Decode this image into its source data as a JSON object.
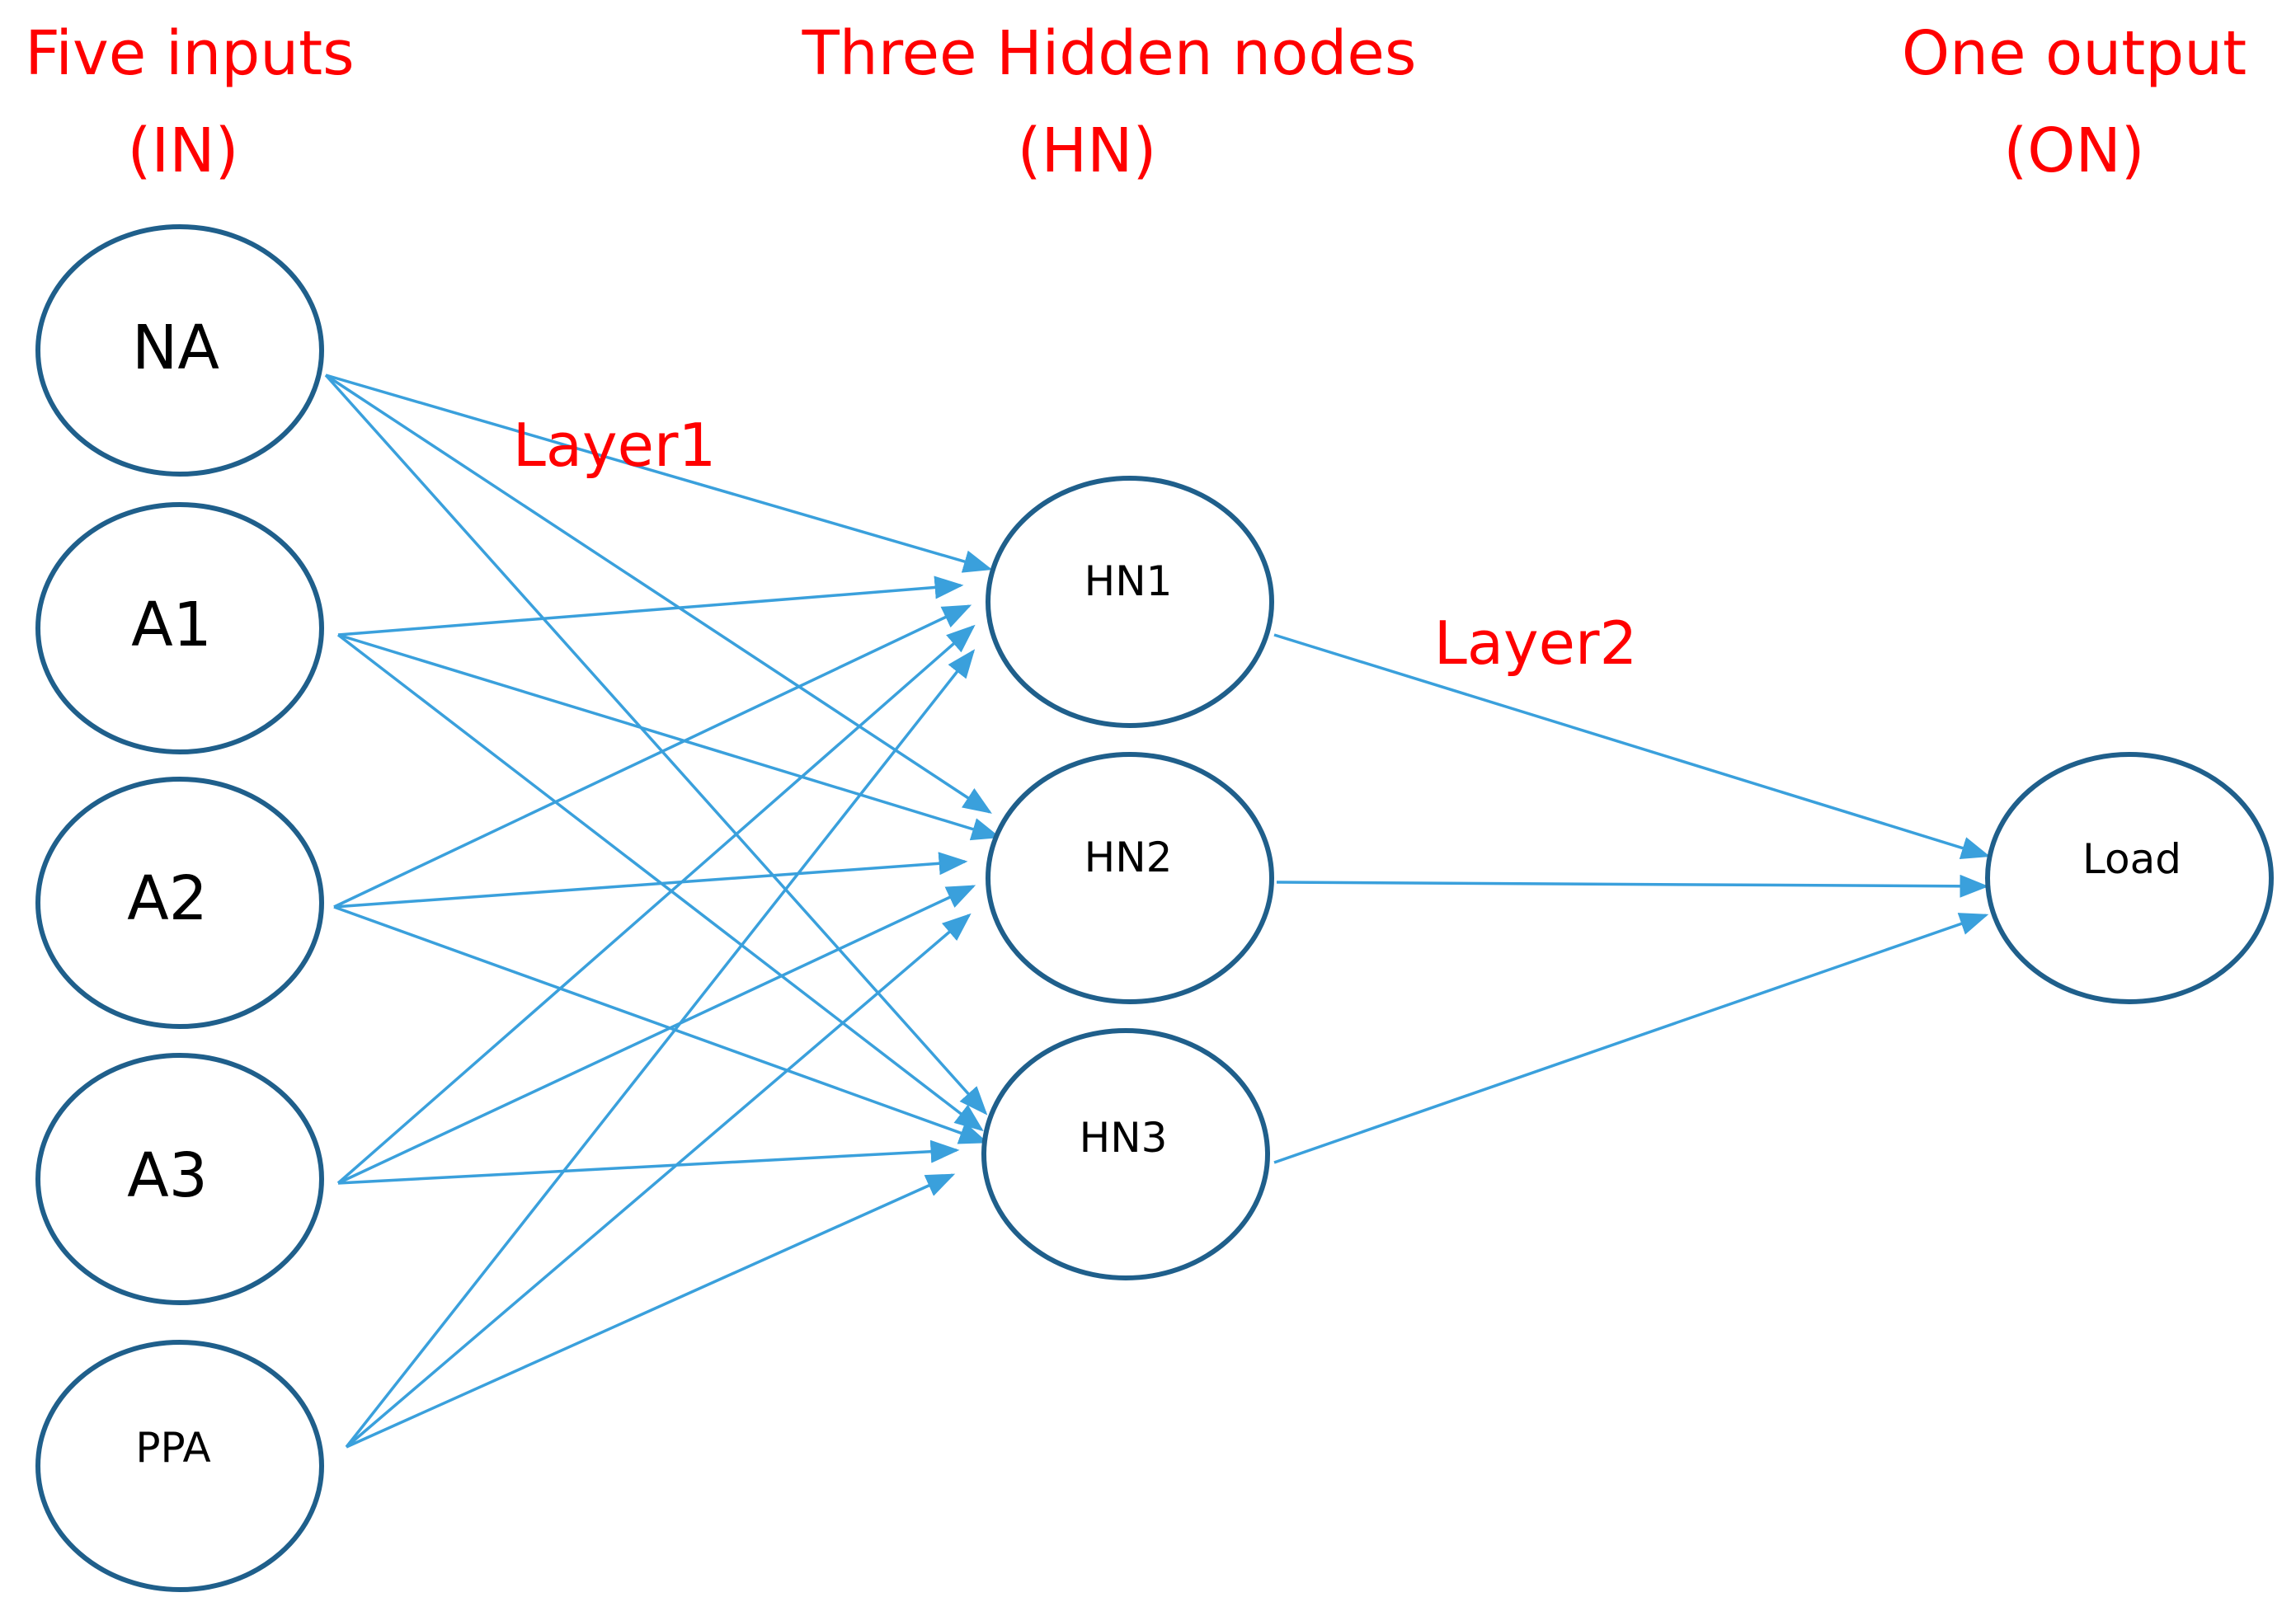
{
  "colors": {
    "title_color": "#ff0000",
    "node_stroke": "#1f5f8b",
    "edge_color": "#3aa0dc",
    "label_color": "#000000"
  },
  "layers": {
    "input": {
      "title_line1": "Five inputs",
      "title_line2": "(IN)"
    },
    "hidden": {
      "title_line1": "Three Hidden nodes",
      "title_line2": "(HN)"
    },
    "output": {
      "title_line1": "One output",
      "title_line2": "(ON)"
    }
  },
  "edge_labels": {
    "layer1": "Layer1",
    "layer2": "Layer2"
  },
  "nodes": {
    "input": [
      "NA",
      "A1",
      "A2",
      "A3",
      "PPA"
    ],
    "hidden": [
      "HN1",
      "HN2",
      "HN3"
    ],
    "output": [
      "Load"
    ]
  },
  "connections": "fully-connected input→hidden, hidden→output"
}
